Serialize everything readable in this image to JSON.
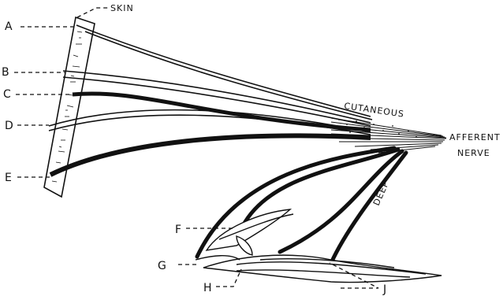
{
  "labels": {
    "skin": "SKIN",
    "cutaneous": "CUTANEOUS",
    "afferent_line1": "AFFERENT",
    "afferent_line2": "NERVE",
    "deep": "DEEP",
    "A": "A",
    "B": "B",
    "C": "C",
    "D": "D",
    "E": "E",
    "F": "F",
    "G": "G",
    "H": "H",
    "J": "J"
  }
}
